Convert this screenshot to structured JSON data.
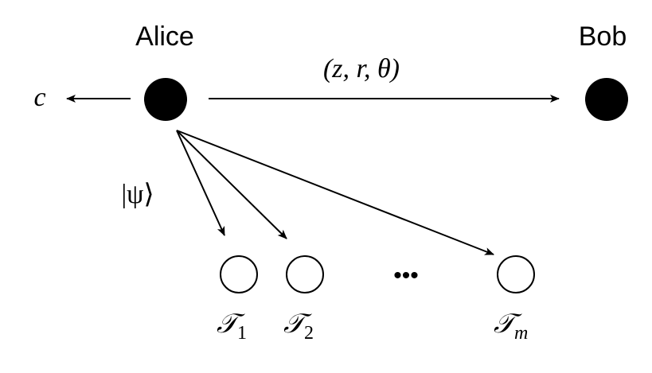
{
  "parties": {
    "alice": "Alice",
    "bob": "Bob"
  },
  "message_to_bob": "(z, r, θ)",
  "output_label": "c",
  "state_label": "|ψ⟩",
  "ellipsis": "•••",
  "targets": [
    {
      "symbol": "𝒯",
      "subscript": "1"
    },
    {
      "symbol": "𝒯",
      "subscript": "2"
    },
    {
      "symbol": "𝒯",
      "subscript": "m"
    }
  ],
  "colors": {
    "node_fill": "#000000",
    "target_fill": "#ffffff",
    "stroke": "#000000"
  }
}
